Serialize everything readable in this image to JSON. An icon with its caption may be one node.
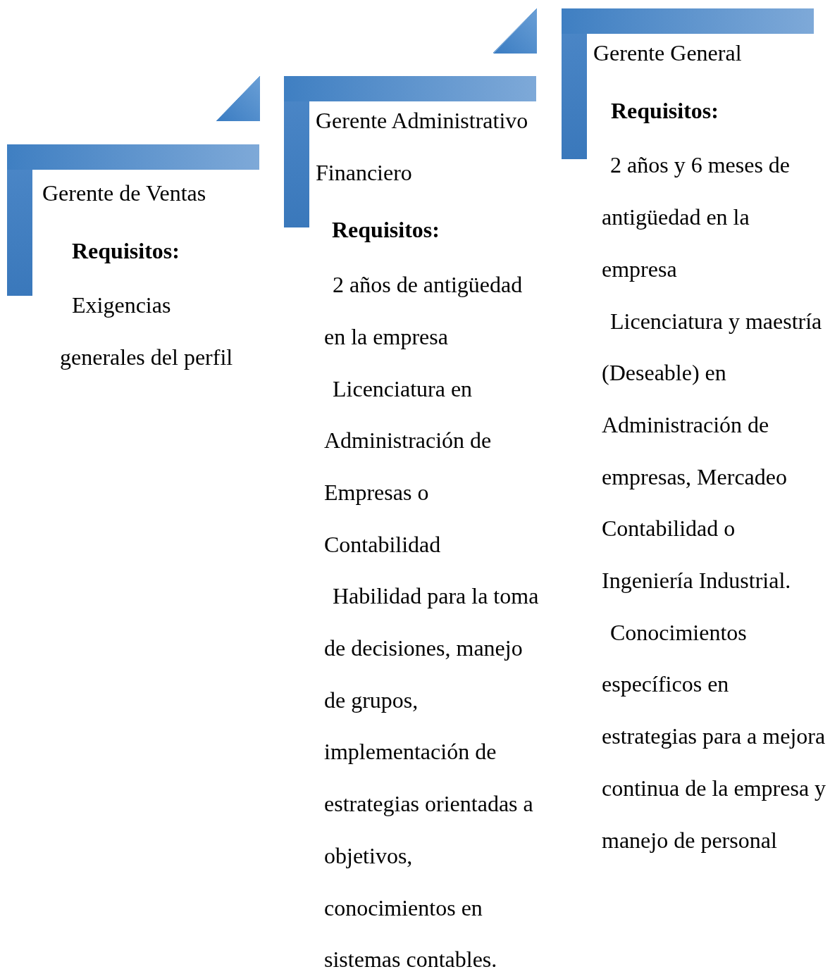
{
  "diagram": {
    "nodes": [
      {
        "text": [
          "Gerente de Ventas",
          "Requisitos:",
          "Exigencias generales del perfil"
        ]
      },
      {
        "text": [
          "Gerente Administrativo Financiero",
          "Requisitos:",
          "2 años de antigüedad en la empresa",
          "Licenciatura en Administración de Empresas o Contabilidad",
          "Habilidad para la toma de decisiones, manejo de grupos, implementación de estrategias orientadas a objetivos, conocimientos en sistemas contables."
        ]
      },
      {
        "text": [
          "Gerente General",
          "Requisitos:",
          "2 años y 6 meses de antigüedad en la empresa",
          "Licenciatura y maestría (Deseable) en Administración de empresas, Mercadeo Contabilidad o Ingeniería Industrial.",
          "Conocimientos específicos en estrategias para a mejora continua de la empresa y manejo de personal"
        ]
      }
    ],
    "edges": [
      {
        "from": 0,
        "to": 1,
        "arrow": "to"
      },
      {
        "from": 1,
        "to": 2,
        "arrow": "to"
      }
    ]
  }
}
